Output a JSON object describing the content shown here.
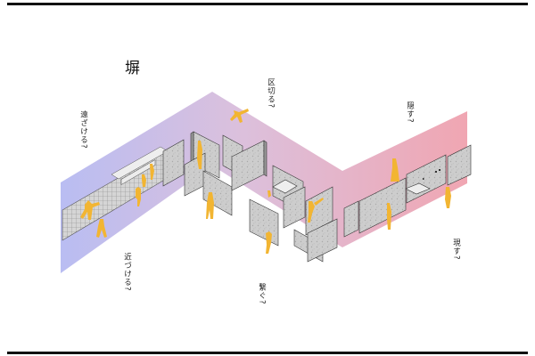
{
  "diagram": {
    "title": "塀",
    "labels": {
      "tozakeru": "遠ざける?",
      "kugiru": "区切る?",
      "kakusu": "隠す?",
      "chikazukeru": "近づける?",
      "tsunagu": "繋ぐ?",
      "arawasu": "現す?"
    }
  },
  "colors": {
    "band_start": "#b9bdf2",
    "band_mid": "#dcc0dc",
    "band_end": "#f0a6b2",
    "wall_fill": "#cfcfcf",
    "figure": "#f2b532",
    "rule": "#111111"
  }
}
